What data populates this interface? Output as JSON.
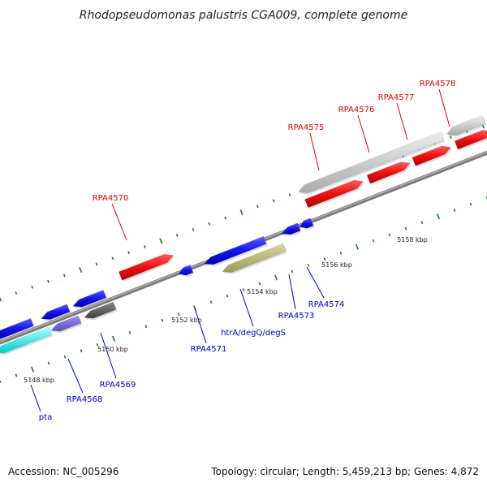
{
  "title": "Rhodopseudomonas palustris CGA009, complete genome",
  "footer": {
    "accession": "Accession: NC_005296",
    "topology": "Topology: circular; Length: 5,459,213 bp; Genes: 4,872"
  },
  "colors": {
    "forward_gene_label": "#e00000",
    "reverse_gene_label": "#0000cc",
    "backbone": "#7a7a7a",
    "tick": "#1a7a1a"
  },
  "forward_genes": [
    {
      "label": "RPA4570"
    },
    {
      "label": "RPA4575"
    },
    {
      "label": "RPA4576"
    },
    {
      "label": "RPA4577"
    },
    {
      "label": "RPA4578"
    }
  ],
  "reverse_genes": [
    {
      "label": "pta"
    },
    {
      "label": "RPA4568"
    },
    {
      "label": "RPA4569"
    },
    {
      "label": "RPA4571"
    },
    {
      "label": "htrA/degQ/degS"
    },
    {
      "label": "RPA4573"
    },
    {
      "label": "RPA4574"
    }
  ],
  "ruler": [
    "5148 kbp",
    "5150 kbp",
    "5152 kbp",
    "5154 kbp",
    "5156 kbp",
    "5158 kbp"
  ]
}
